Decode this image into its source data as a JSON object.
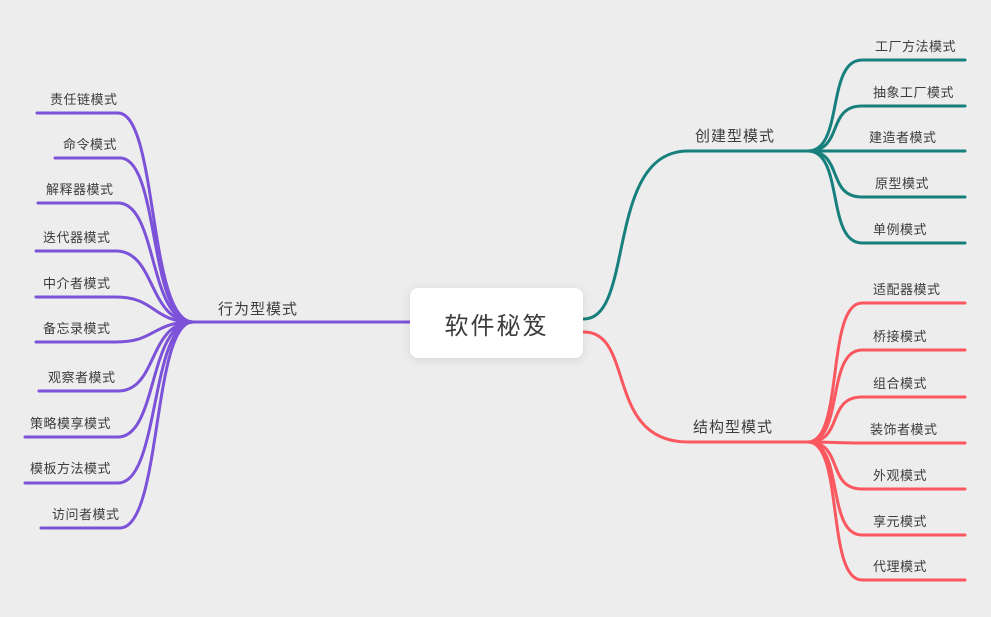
{
  "colors": {
    "background": "#ededed",
    "text": "#3d3d3d",
    "behavioral": "#7C52D9",
    "creational": "#17807D",
    "structural": "#FA575E",
    "root_background": "#ffffff"
  },
  "root": {
    "label": "软件秘笈"
  },
  "branches": [
    {
      "label": "行为型模式",
      "color": "#7C52D9",
      "children": [
        "责任链模式",
        "命令模式",
        "解释器模式",
        "迭代器模式",
        "中介者模式",
        "备忘录模式",
        "观察者模式",
        "策略模享模式",
        "模板方法模式",
        "访问者模式"
      ]
    },
    {
      "label": "创建型模式",
      "color": "#17807D",
      "children": [
        "工厂方法模式",
        "抽象工厂模式",
        "建造者模式",
        "原型模式",
        "单例模式"
      ]
    },
    {
      "label": "结构型模式",
      "color": "#FA575E",
      "children": [
        "适配器模式",
        "桥接模式",
        "组合模式",
        "装饰者模式",
        "外观模式",
        "享元模式",
        "代理模式"
      ]
    }
  ]
}
